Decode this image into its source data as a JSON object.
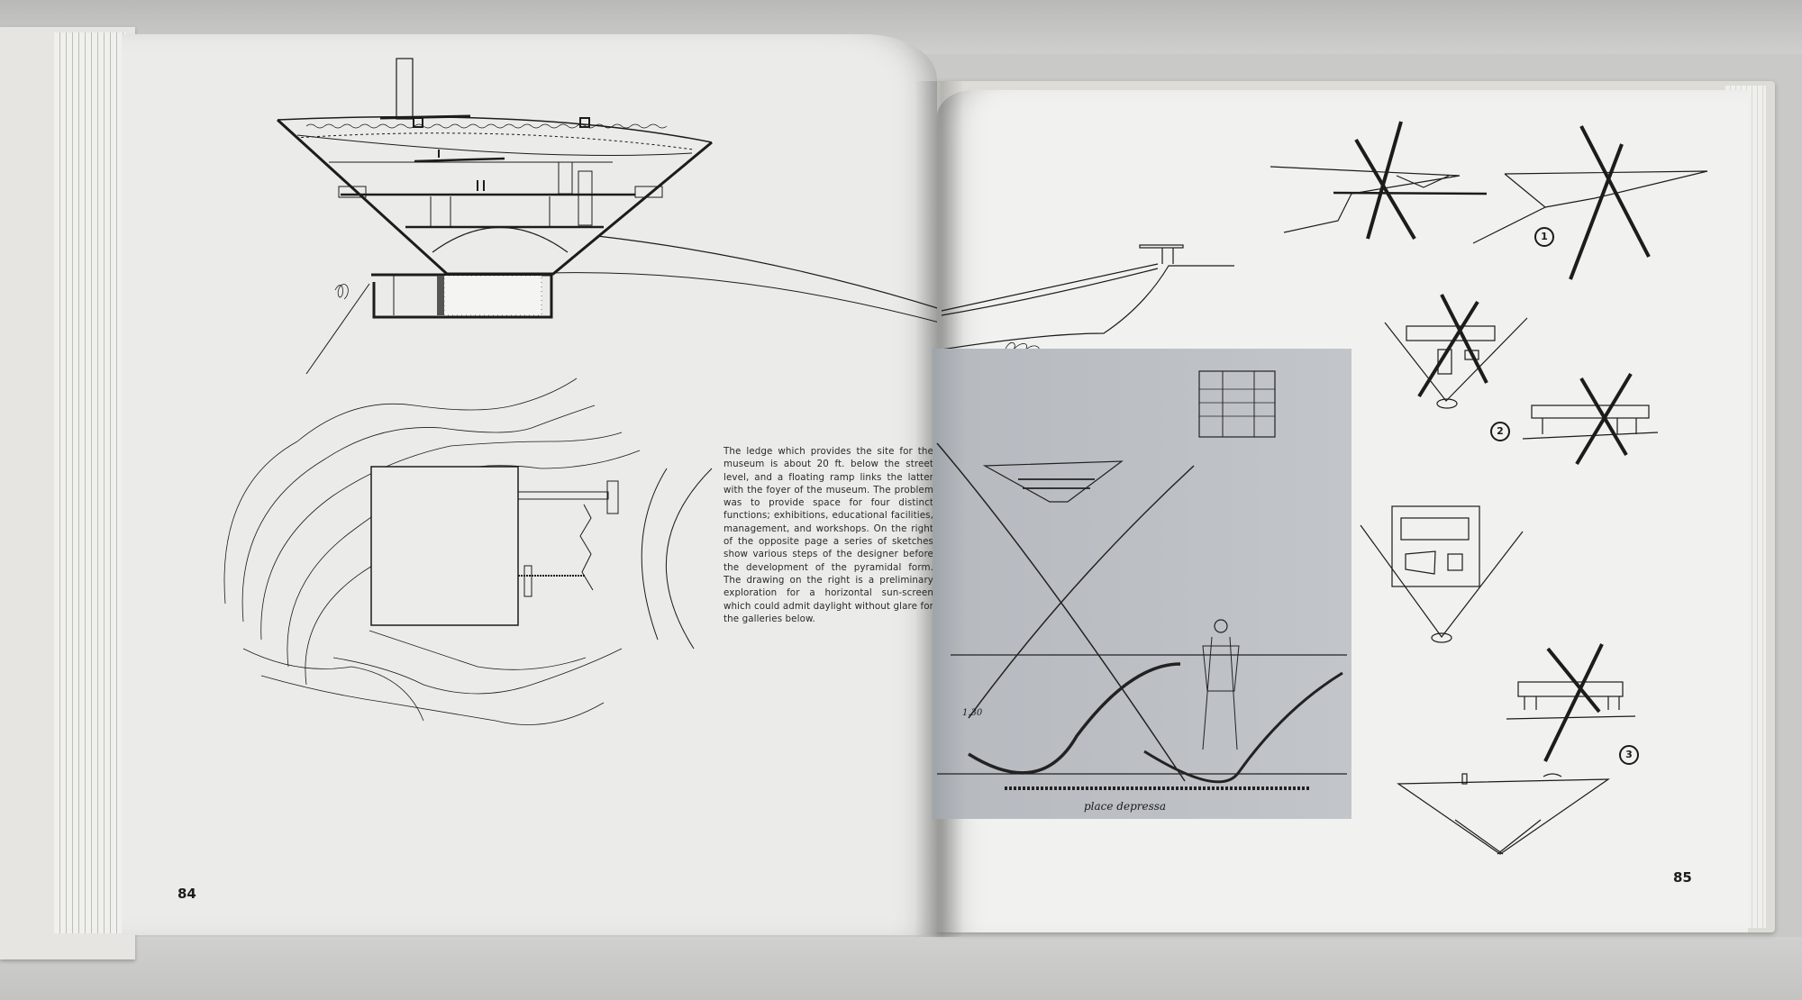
{
  "book": {
    "left_page": {
      "page_number": "84",
      "caption": "The ledge which provides the site for the museum is about 20 ft. below the street level, and a floating ramp links the latter with the foyer of the museum. The problem was to provide space for four distinct functions; exhibitions, educational facilities, management, and workshops. On the right of the opposite page a series of sketches show various steps of the designer before the development of the pyramidal form. The drawing on the right is a preliminary exploration for a horizontal sun-screen which could admit daylight without glare for the galleries below.",
      "figures": [
        "section-drawing",
        "site-plan"
      ]
    },
    "right_page": {
      "page_number": "85",
      "sketch_photo": {
        "handwritten_caption": "place depressa",
        "dimension_label": "1.30"
      },
      "sketch_steps": [
        "1",
        "2",
        "3"
      ],
      "figures": [
        "site-section-sketch",
        "sun-screen-sketch",
        "crossed-out-sketches",
        "final-pyramid-sketch"
      ]
    }
  },
  "colors": {
    "ink": "#1c1c1c",
    "paper_left": "#ebebe9",
    "paper_right": "#f1f1ef",
    "photo_gray": "#bcc0c5"
  }
}
